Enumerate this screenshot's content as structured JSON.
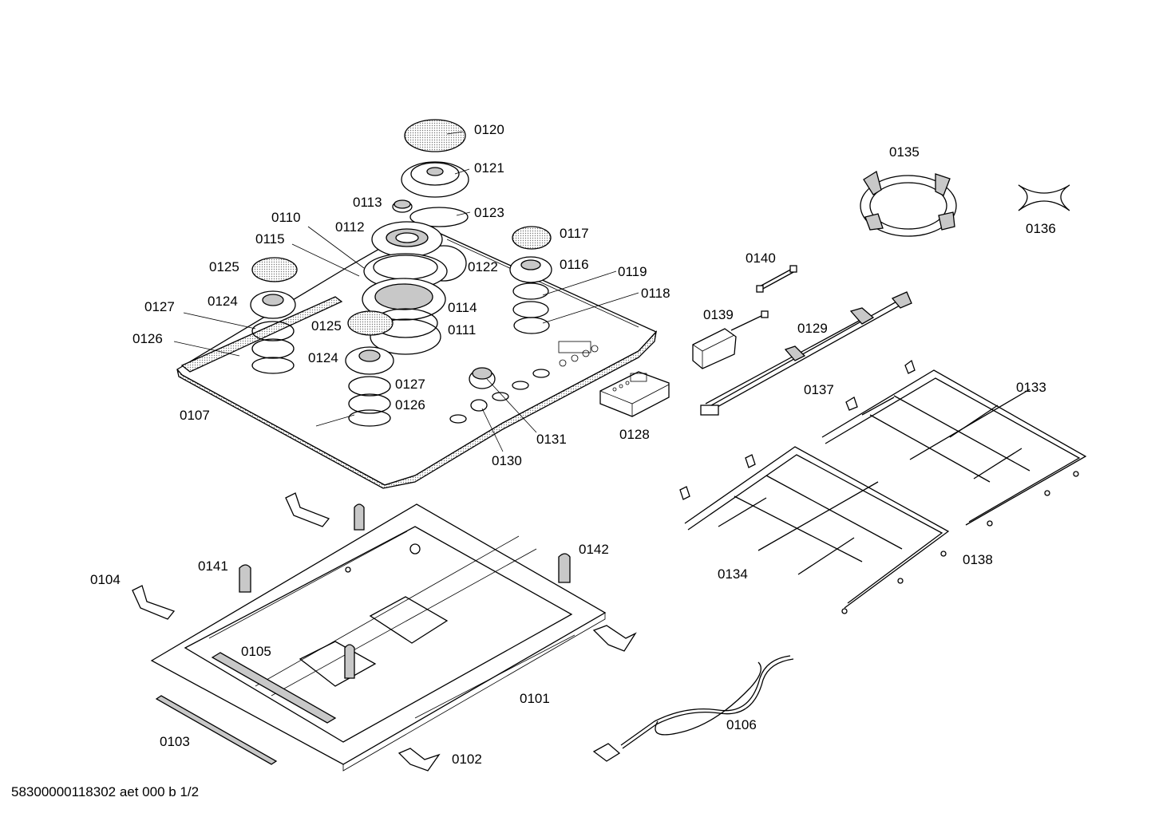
{
  "labels": {
    "p0120": "0120",
    "p0121": "0121",
    "p0113": "0113",
    "p0123": "0123",
    "p0110": "0110",
    "p0112": "0112",
    "p0115": "0115",
    "p0117": "0117",
    "p0125a": "0125",
    "p0122": "0122",
    "p0116": "0116",
    "p0119": "0119",
    "p0127a": "0127",
    "p0124a": "0124",
    "p0114": "0114",
    "p0118": "0118",
    "p0125b": "0125",
    "p0111": "0111",
    "p0126a": "0126",
    "p0124b": "0124",
    "p0127b": "0127",
    "p0126b": "0126",
    "p0107": "0107",
    "p0131": "0131",
    "p0130": "0130",
    "p0128": "0128",
    "p0135": "0135",
    "p0136": "0136",
    "p0140": "0140",
    "p0139": "0139",
    "p0129": "0129",
    "p0137": "0137",
    "p0133": "0133",
    "p0134": "0134",
    "p0138": "0138",
    "p0142": "0142",
    "p0141": "0141",
    "p0104": "0104",
    "p0105": "0105",
    "p0101": "0101",
    "p0103": "0103",
    "p0102": "0102",
    "p0106": "0106"
  },
  "footer": "58300000118302 aet 000 b 1/2"
}
